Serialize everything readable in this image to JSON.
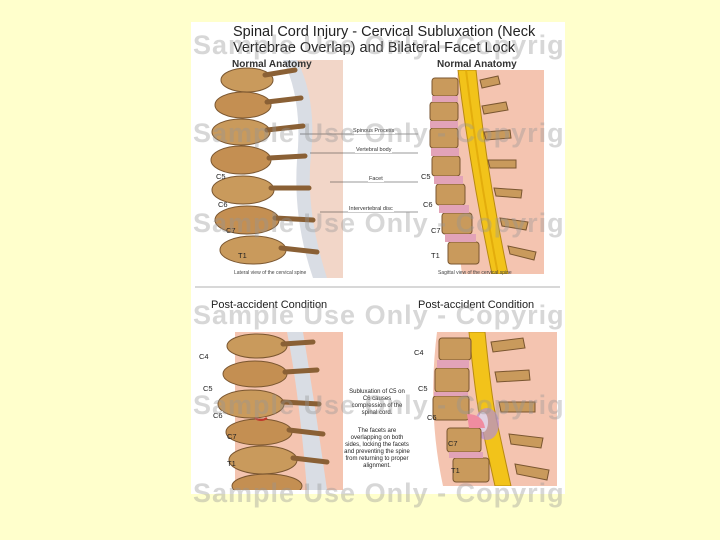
{
  "title": "Spinal Cord Injury - Cervical Subluxation (Neck Vertebrae Overlap) and Bilateral Facet Lock",
  "colors": {
    "slide_background": "#ffffcc",
    "bone": "#c99a5c",
    "spinal_cord": "#f2c31a",
    "tissue": "#f4c4b0",
    "disc": "#e2a3b8"
  },
  "panels": {
    "top_left": {
      "title": "Normal Anatomy",
      "labels": [
        "C5",
        "C6",
        "C7",
        "T1"
      ],
      "caption": "Lateral view of the cervical spine"
    },
    "top_right": {
      "title": "Normal Anatomy",
      "labels": [
        "C5",
        "C6",
        "C7",
        "T1"
      ],
      "caption": "Sagittal view of the cervical spine"
    },
    "bottom_left": {
      "title": "Post-accident Condition",
      "labels": [
        "C4",
        "C5",
        "C6",
        "C7",
        "T1"
      ]
    },
    "bottom_right": {
      "title": "Post-accident Condition",
      "labels": [
        "C4",
        "C5",
        "C6",
        "C7",
        "T1"
      ]
    }
  },
  "leader_labels": [
    "Spinous Process",
    "Vertebral body",
    "Facet",
    "Intervertebral disc"
  ],
  "notes": {
    "subluxation": "Subluxation of C5 on C6 causes compression of the spinal cord.",
    "facets": "The facets are overlapping on both sides, locking the facets and preventing the spine from returning to proper alignment."
  },
  "watermark": "Sample Use Only - Copyright"
}
